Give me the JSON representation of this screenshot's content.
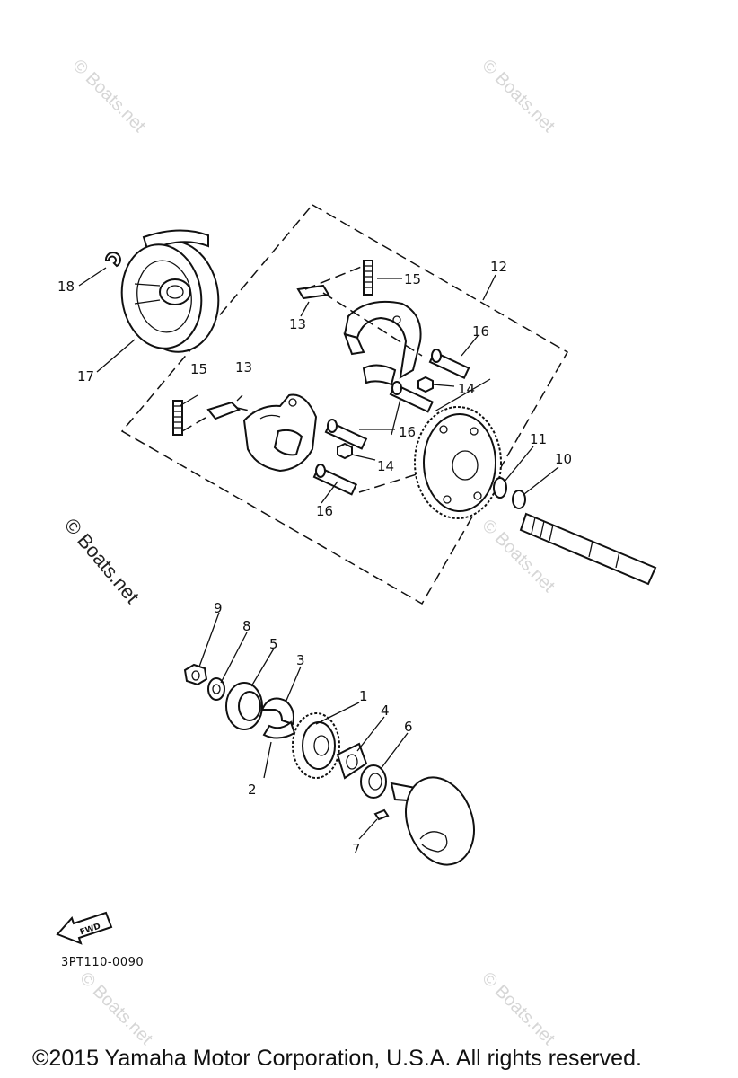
{
  "watermark": "© Boats.net",
  "callouts": [
    "1",
    "2",
    "3",
    "4",
    "5",
    "6",
    "7",
    "8",
    "9",
    "10",
    "11",
    "12",
    "13",
    "13",
    "14",
    "14",
    "15",
    "15",
    "16",
    "16",
    "16",
    "17",
    "18"
  ],
  "fwd_label": "FWD",
  "diagram_code": "3PT110-0090",
  "copyright": "©2015 Yamaha Motor Corporation, U.S.A. All rights reserved."
}
